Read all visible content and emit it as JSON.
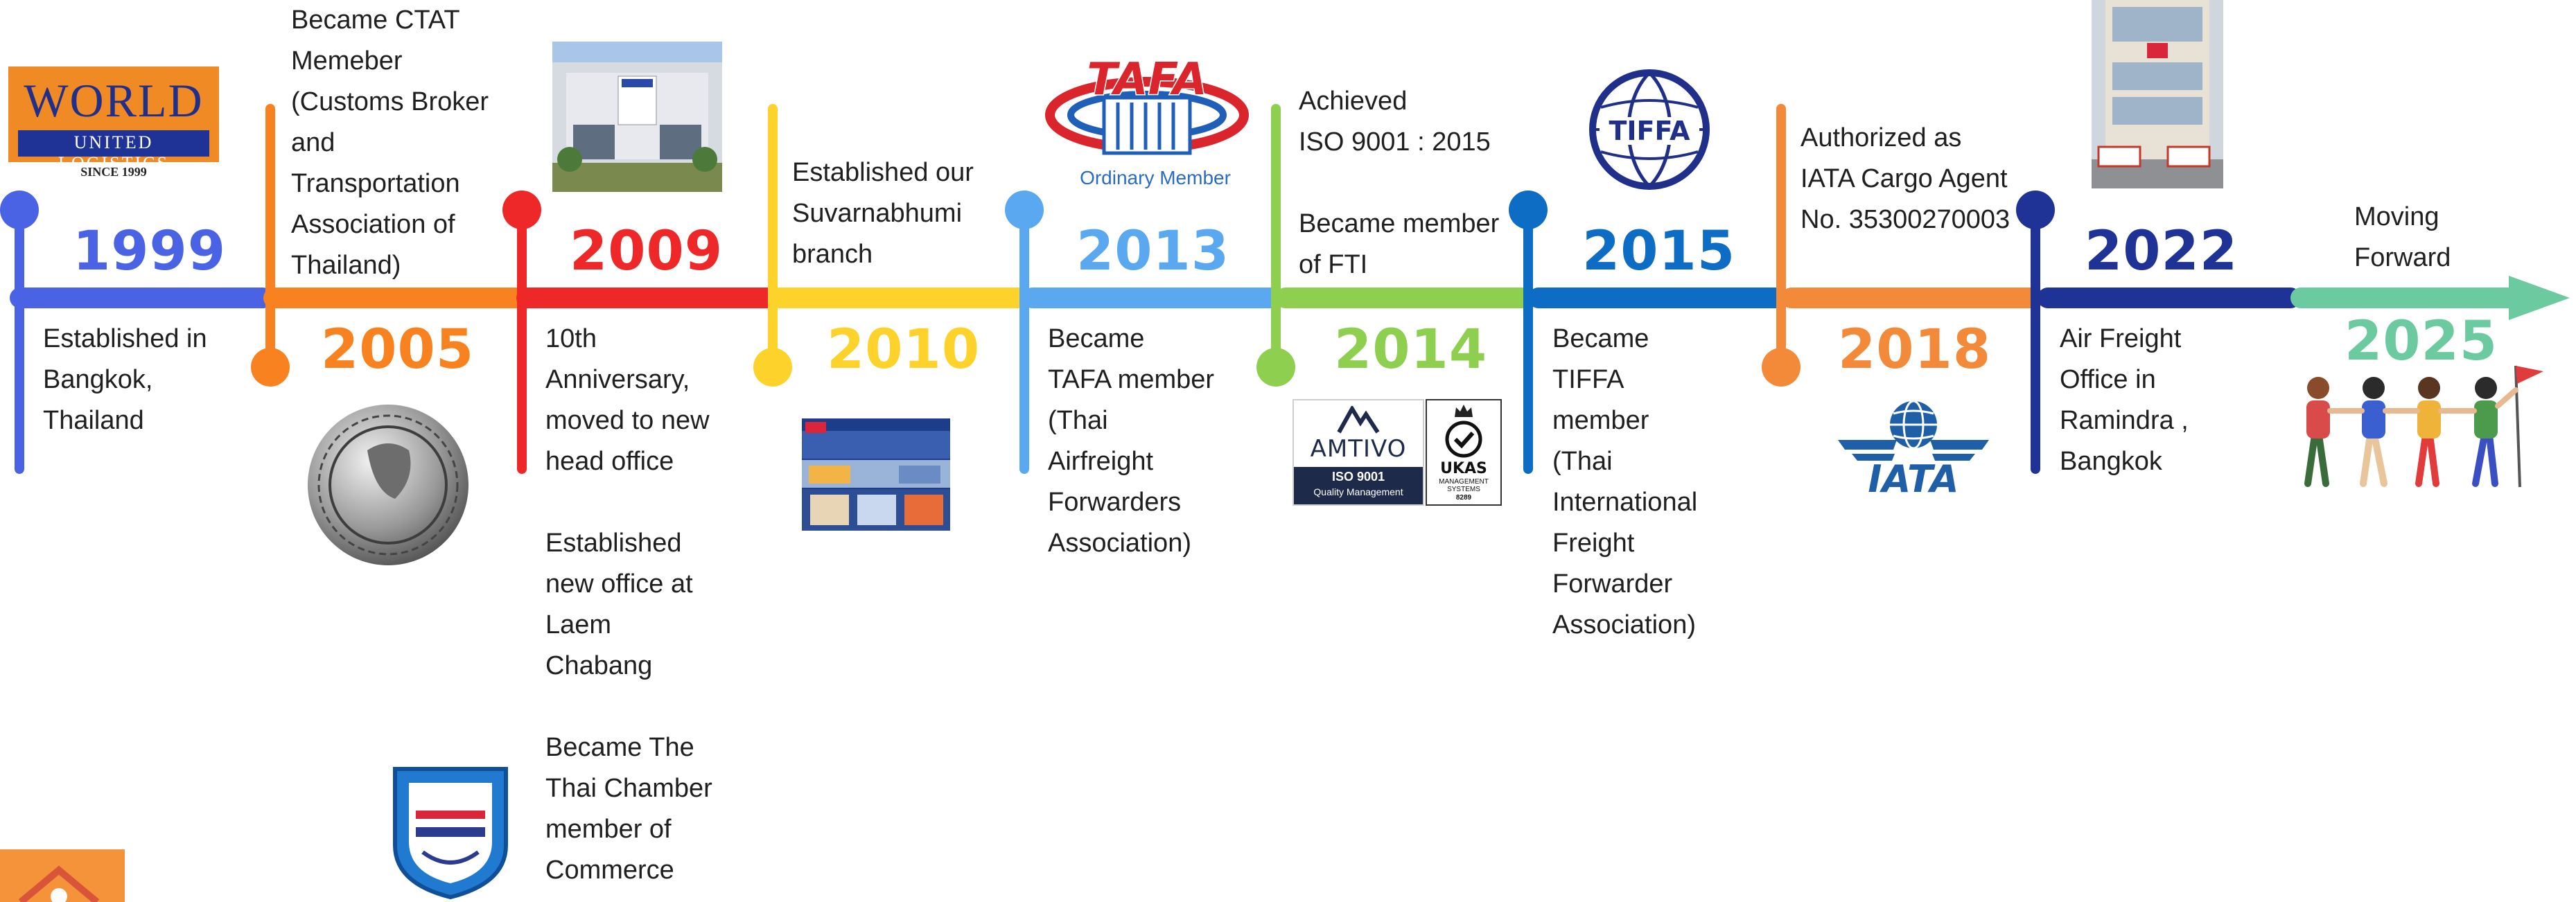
{
  "colors": {
    "blue_light": "#4a63e5",
    "orange": "#f7821f",
    "red": "#ee2828",
    "yellow": "#fdd22a",
    "sky": "#5aa8ef",
    "green": "#8fcf4f",
    "blue_mid": "#0d6cc4",
    "orange2": "#f28a3a",
    "navy": "#1f3296",
    "teal": "#6ccaa0"
  },
  "logos": {
    "world": {
      "word": "WORLD",
      "sub": "UNITED LOGISTICS",
      "since": "SINCE 1999"
    },
    "tafa": {
      "word": "TAFA",
      "caption": "Ordinary Member"
    },
    "tiffa": {
      "word": "TIFFA"
    },
    "amtivo": {
      "word": "AMTIVO",
      "iso": "ISO 9001",
      "qm": "Quality Management"
    },
    "ukas": {
      "word": "UKAS",
      "sub1": "MANAGEMENT",
      "sub2": "SYSTEMS",
      "num": "8289"
    },
    "iata": {
      "word": "IATA"
    }
  },
  "timeline": [
    {
      "year": "1999",
      "text": "Established in\nBangkok,\nThailand"
    },
    {
      "year": "2005",
      "text": "Became CTAT\nMemeber\n(Customs Broker\nand\nTransportation\nAssociation of\nThailand)"
    },
    {
      "year": "2009",
      "text": "10th\nAnniversary,\nmoved to new\nhead office\n\nEstablished\nnew office at\nLaem\nChabang\n\nBecame The\nThai Chamber\nmember of\nCommerce"
    },
    {
      "year": "2010",
      "text": "Established our\nSuvarnabhumi\nbranch"
    },
    {
      "year": "2013",
      "text": "Became\nTAFA member\n(Thai\nAirfreight\nForwarders\nAssociation)"
    },
    {
      "year": "2014",
      "text": "Achieved\nISO 9001 : 2015\n\nBecame member\nof FTI"
    },
    {
      "year": "2015",
      "text": "Became\nTIFFA\nmember\n(Thai\nInternational\nFreight\nForwarder\nAssociation)"
    },
    {
      "year": "2018",
      "text": "Authorized as\nIATA Cargo Agent\nNo. 35300270003"
    },
    {
      "year": "2022",
      "text": "Air Freight\nOffice in\nRamindra ,\nBangkok"
    },
    {
      "year": "2025",
      "text": "Moving\nForward"
    }
  ]
}
